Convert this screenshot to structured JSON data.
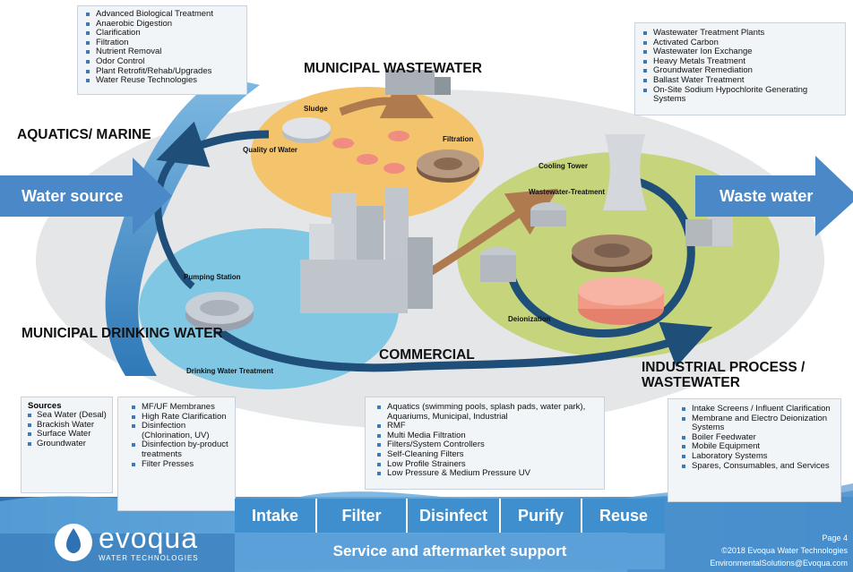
{
  "colors": {
    "accent_blue": "#3f8fcf",
    "arrow_blue": "#4a88c7",
    "dark_flow": "#1f4e79",
    "brown_flow": "#b07a4f",
    "wastewater_zone": "#f3c46b",
    "drinking_zone": "#7fc7e3",
    "industrial_zone": "#c6d47c",
    "bullet": "#3d78b8"
  },
  "boxes": {
    "municipal_wastewater_list": [
      "Advanced Biological Treatment",
      "Anaerobic Digestion",
      "Clarification",
      "Filtration",
      "Nutrient Removal",
      "Odor Control",
      "Plant Retrofit/Rehab/Upgrades",
      "Water Reuse Technologies"
    ],
    "industrial_list": [
      "Wastewater Treatment Plants",
      "Activated Carbon",
      "Wastewater Ion Exchange",
      "Heavy Metals Treatment",
      "Groundwater Remediation",
      "Ballast Water Treatment",
      "On-Site Sodium Hypochlorite Generating Systems"
    ],
    "sources_title": "Sources",
    "sources_list": [
      "Sea Water (Desal)",
      "Brackish Water",
      "Surface Water",
      "Groundwater"
    ],
    "drinking_list": [
      "MF/UF Membranes",
      "High Rate Clarification",
      "Disinfection (Chlorination, UV)",
      "Disinfection by-product treatments",
      "Filter Presses"
    ],
    "commercial_list": [
      "Aquatics (swimming pools, splash pads, water park), Aquariums, Municipal, Industrial",
      "RMF",
      "Multi Media Filtration",
      "Filters/System Controllers",
      "Self-Cleaning Filters",
      "Low Profile Strainers",
      "Low Pressure & Medium Pressure UV"
    ],
    "industrial_process_list": [
      "Intake Screens / Influent Clarification",
      "Membrane and Electro Deionization Systems",
      "Boiler Feedwater",
      "Mobile Equipment",
      "Laboratory Systems",
      "Spares, Consumables, and Services"
    ]
  },
  "sections": {
    "municipal_wastewater": "MUNICIPAL WASTEWATER",
    "aquatics_marine": "AQUATICS/ MARINE",
    "municipal_drinking": "MUNICIPAL DRINKING WATER",
    "commercial": "COMMERCIAL",
    "industrial_process": "INDUSTRIAL PROCESS / WASTEWATER"
  },
  "diagram_labels": {
    "sludge": "Sludge",
    "quality_of_water": "Quality of Water",
    "filtration": "Filtration",
    "cooling_tower": "Cooling Tower",
    "wastewater_treatment": "Wastewater-Treatment",
    "pumping_station": "Pumping Station",
    "deionization": "Deionization",
    "drinking_water_treatment": "Drinking Water Treatment"
  },
  "arrows": {
    "water_source": "Water source",
    "waste_water": "Waste water"
  },
  "tabs": [
    "Intake",
    "Filter",
    "Disinfect",
    "Purify",
    "Reuse"
  ],
  "service_bar": "Service and aftermarket support",
  "logo": {
    "name": "evoqua",
    "tagline": "WATER TECHNOLOGIES"
  },
  "footer": {
    "page": "Page 4",
    "copyright": "©2018 Evoqua Water Technologies",
    "email": "EnvironmentalSolutions@Evoqua.com"
  }
}
